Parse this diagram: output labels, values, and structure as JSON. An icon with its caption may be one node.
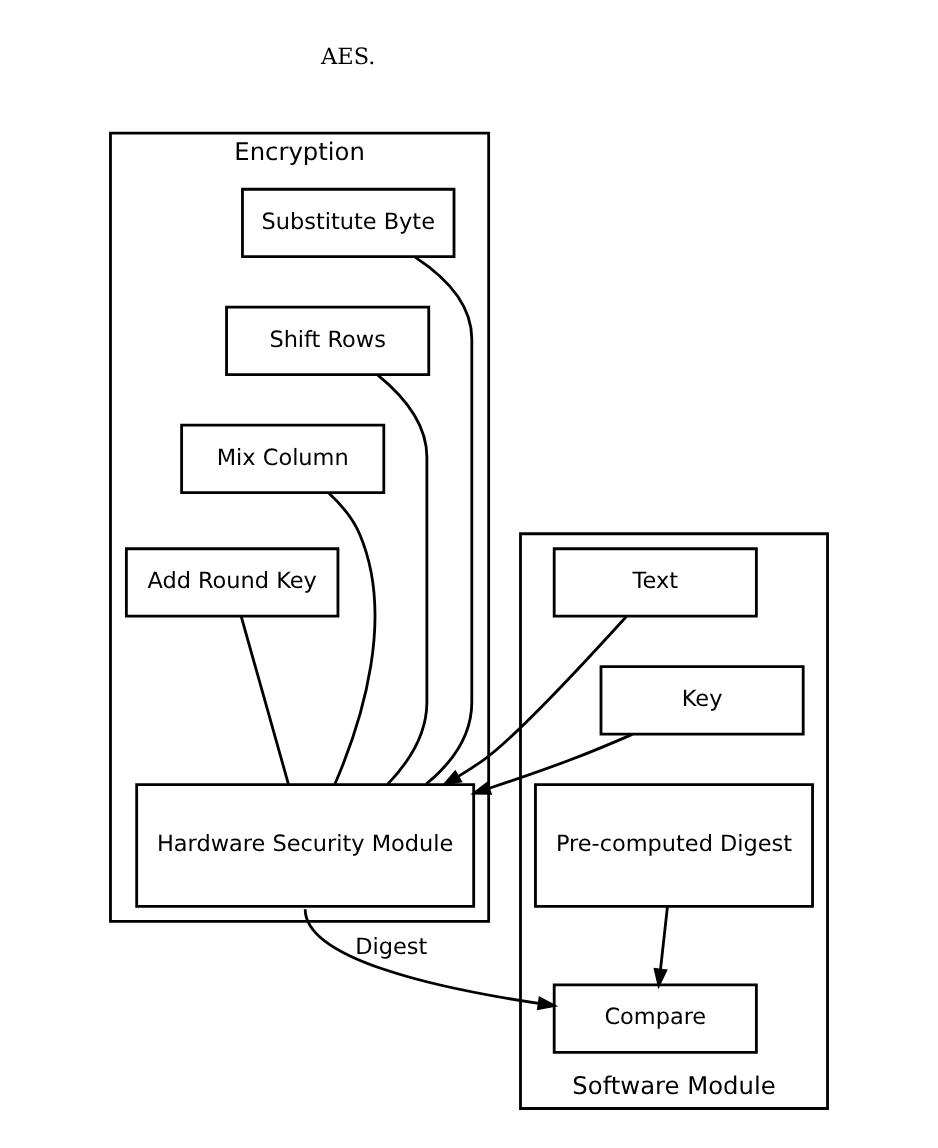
{
  "diagram": {
    "nodes": [
      {
        "text": [
          "Encryption"
        ]
      },
      {
        "text": [
          "Substitute Byte"
        ],
        "in": 0
      },
      {
        "text": [
          "Shift Rows"
        ],
        "in": 0
      },
      {
        "text": [
          "Mix Column"
        ],
        "in": 0
      },
      {
        "text": [
          "Add Round Key"
        ],
        "in": 0
      },
      {
        "text": [
          "Hardware Security Module"
        ],
        "in": 0
      },
      {
        "text": [
          "Software Module"
        ]
      },
      {
        "text": [
          "Text"
        ],
        "in": 6
      },
      {
        "text": [
          "Key"
        ],
        "in": 6
      },
      {
        "text": [
          "Pre-computed Digest"
        ],
        "in": 6
      },
      {
        "text": [
          "Compare"
        ],
        "in": 6
      }
    ],
    "edges": [
      {
        "from": 1,
        "to": 5,
        "arrow": "none"
      },
      {
        "from": 2,
        "to": 5,
        "arrow": "none"
      },
      {
        "from": 3,
        "to": 5,
        "arrow": "none"
      },
      {
        "from": 4,
        "to": 5,
        "arrow": "none"
      },
      {
        "from": 7,
        "to": 5,
        "arrow": "to"
      },
      {
        "from": 8,
        "to": 5,
        "arrow": "to"
      },
      {
        "from": 9,
        "to": 10,
        "arrow": "to"
      },
      {
        "from": 5,
        "to": 10,
        "arrow": "to",
        "label": "Digest"
      }
    ],
    "labels": [
      "AES."
    ]
  }
}
